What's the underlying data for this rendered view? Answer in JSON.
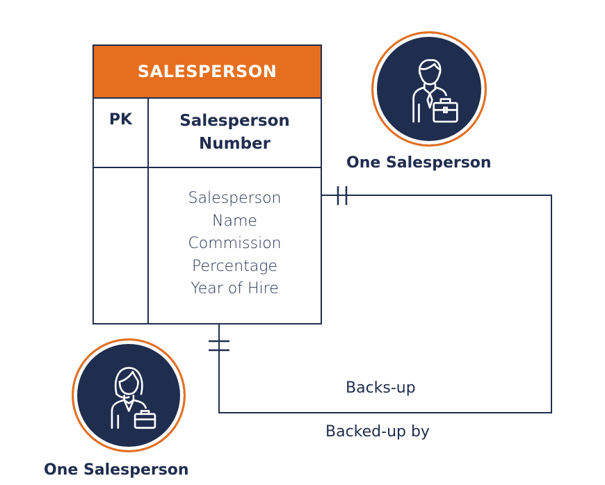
{
  "entity": {
    "name": "SALESPERSON",
    "pk_label": "PK",
    "pk_field": "Salesperson\nNumber",
    "attributes": [
      "Salesperson",
      "Name",
      "Commission",
      "Percentage",
      "Year of Hire"
    ]
  },
  "roles": {
    "top_right": "One Salesperson",
    "bottom_left": "One Salesperson"
  },
  "relationship": {
    "forward": "Backs-up",
    "reverse": "Backed-up by"
  },
  "icons": {
    "top_right": "businessman-briefcase-icon",
    "bottom_left": "businesswoman-briefcase-icon"
  },
  "colors": {
    "navy": "#1f2d4f",
    "orange": "#e56f1f"
  }
}
